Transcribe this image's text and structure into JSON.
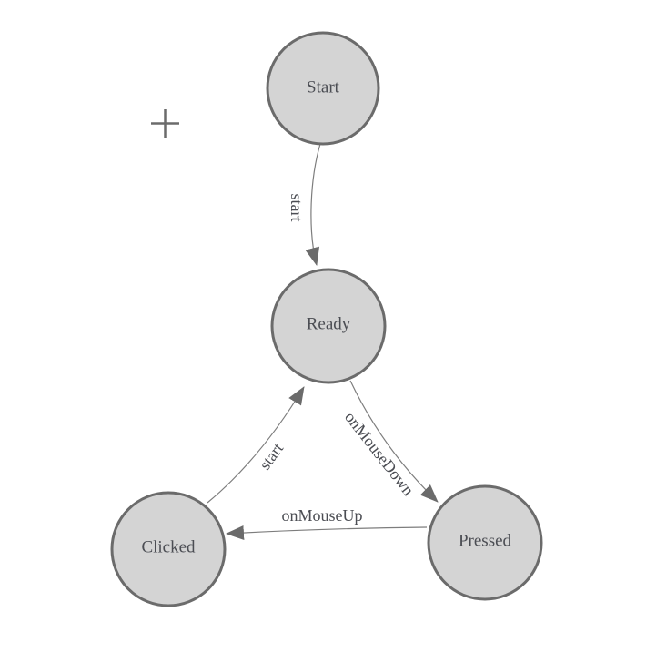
{
  "canvas": {
    "background": "#ffffff",
    "node_fill": "#d4d4d4",
    "node_stroke": "#6b6b6b",
    "edge_color": "#7d7d7d",
    "arrow_color": "#6b6b6b",
    "label_color": "#4b4d53"
  },
  "icons": {
    "plus_crosshair": "+"
  },
  "diagram": {
    "type": "state-machine",
    "nodes": [
      {
        "id": "start",
        "label": "Start"
      },
      {
        "id": "ready",
        "label": "Ready"
      },
      {
        "id": "clicked",
        "label": "Clicked"
      },
      {
        "id": "pressed",
        "label": "Pressed"
      }
    ],
    "edges": [
      {
        "from": "Start",
        "to": "Ready",
        "label": "start"
      },
      {
        "from": "Ready",
        "to": "Pressed",
        "label": "onMouseDown"
      },
      {
        "from": "Pressed",
        "to": "Clicked",
        "label": "onMouseUp"
      },
      {
        "from": "Clicked",
        "to": "Ready",
        "label": "start"
      }
    ]
  }
}
